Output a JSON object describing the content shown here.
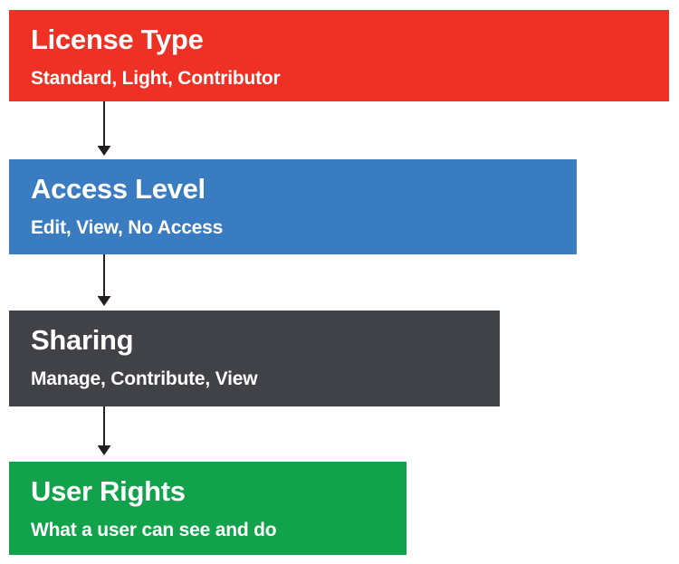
{
  "diagram": {
    "description": "Permissions hierarchy flow diagram",
    "arrow_color": "#231f20",
    "steps": [
      {
        "title": "License Type",
        "subtitle": "Standard, Light, Contributor",
        "color": "#ee3124"
      },
      {
        "title": "Access Level",
        "subtitle": "Edit, View, No Access",
        "color": "#3a7cc1"
      },
      {
        "title": "Sharing",
        "subtitle": "Manage, Contribute, View",
        "color": "#414247"
      },
      {
        "title": "User Rights",
        "subtitle": "What a user can see and do",
        "color": "#12a24b"
      }
    ]
  }
}
